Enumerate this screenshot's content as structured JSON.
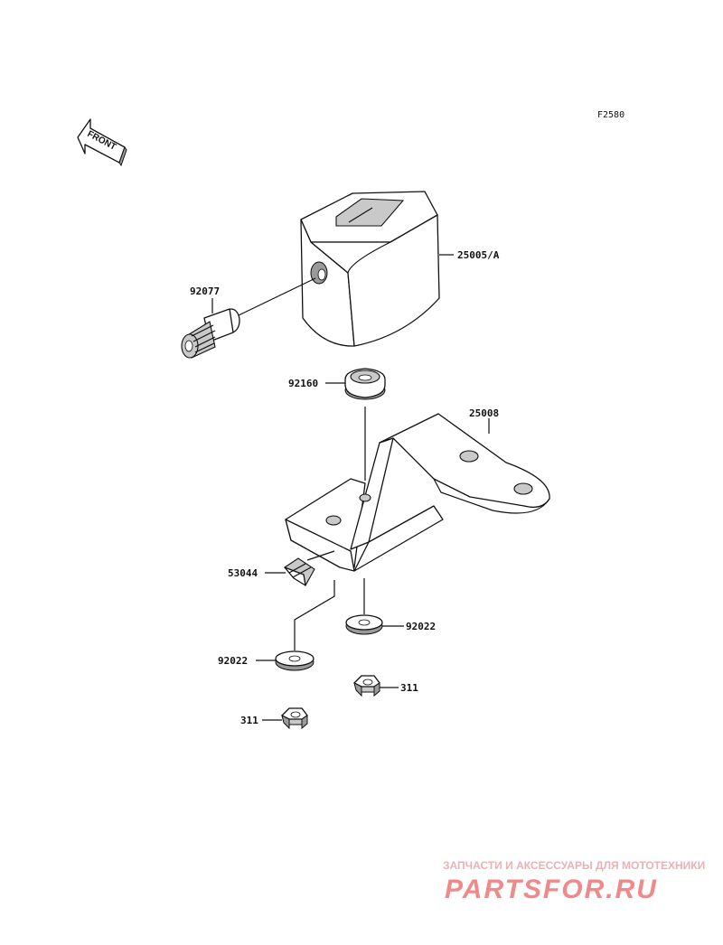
{
  "diagram_code": "F2580",
  "front_label": "FRONT",
  "parts": [
    {
      "id": "p-25005A",
      "label": "25005/A"
    },
    {
      "id": "p-92077",
      "label": "92077"
    },
    {
      "id": "p-92160",
      "label": "92160"
    },
    {
      "id": "p-25008",
      "label": "25008"
    },
    {
      "id": "p-53044",
      "label": "53044"
    },
    {
      "id": "p-92022-right",
      "label": "92022"
    },
    {
      "id": "p-92022-left",
      "label": "92022"
    },
    {
      "id": "p-311-right",
      "label": "311"
    },
    {
      "id": "p-311-left",
      "label": "311"
    }
  ],
  "watermark": {
    "tagline": "ЗАПЧАСТИ И АКСЕССУАРЫ ДЛЯ МОТОТЕХНИКИ",
    "brand": "PARTSFOR.RU"
  },
  "colors": {
    "line": "#111111",
    "watermark_small": "#e8b2b2",
    "watermark_brand": "#f08a8a"
  }
}
